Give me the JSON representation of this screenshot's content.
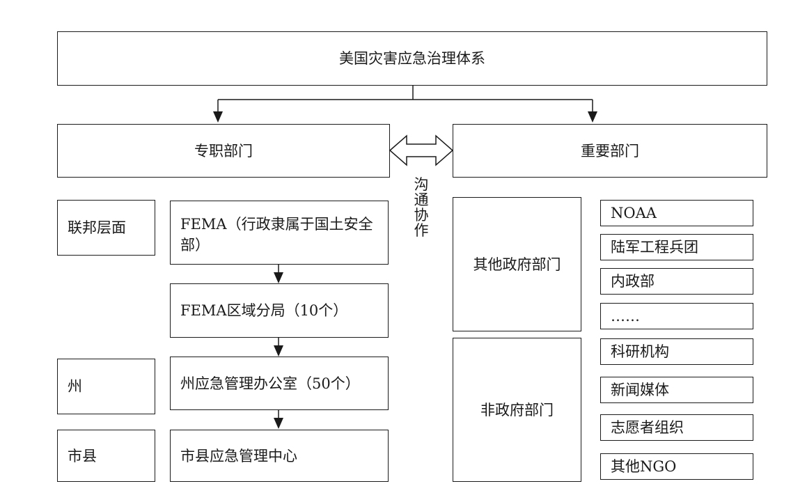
{
  "title": "美国灾害应急治理体系",
  "left_header": "专职部门",
  "right_header": "重要部门",
  "connector_label": [
    "沟",
    "通",
    "协",
    "作"
  ],
  "levels": {
    "federal": "联邦层面",
    "state": "州",
    "city": "市县"
  },
  "chain": {
    "fema": "FEMA（行政隶属于国土安全部）",
    "fema_regional": "FEMA区域分局（10个）",
    "state_office": "州应急管理办公室（50个）",
    "city_center": "市县应急管理中心"
  },
  "groups": {
    "gov": "其他政府部门",
    "nongov": "非政府部门"
  },
  "gov_items": [
    "NOAA",
    "陆军工程兵团",
    "内政部",
    "……"
  ],
  "nongov_items": [
    "科研机构",
    "新闻媒体",
    "志愿者组织",
    "其他NGO"
  ]
}
